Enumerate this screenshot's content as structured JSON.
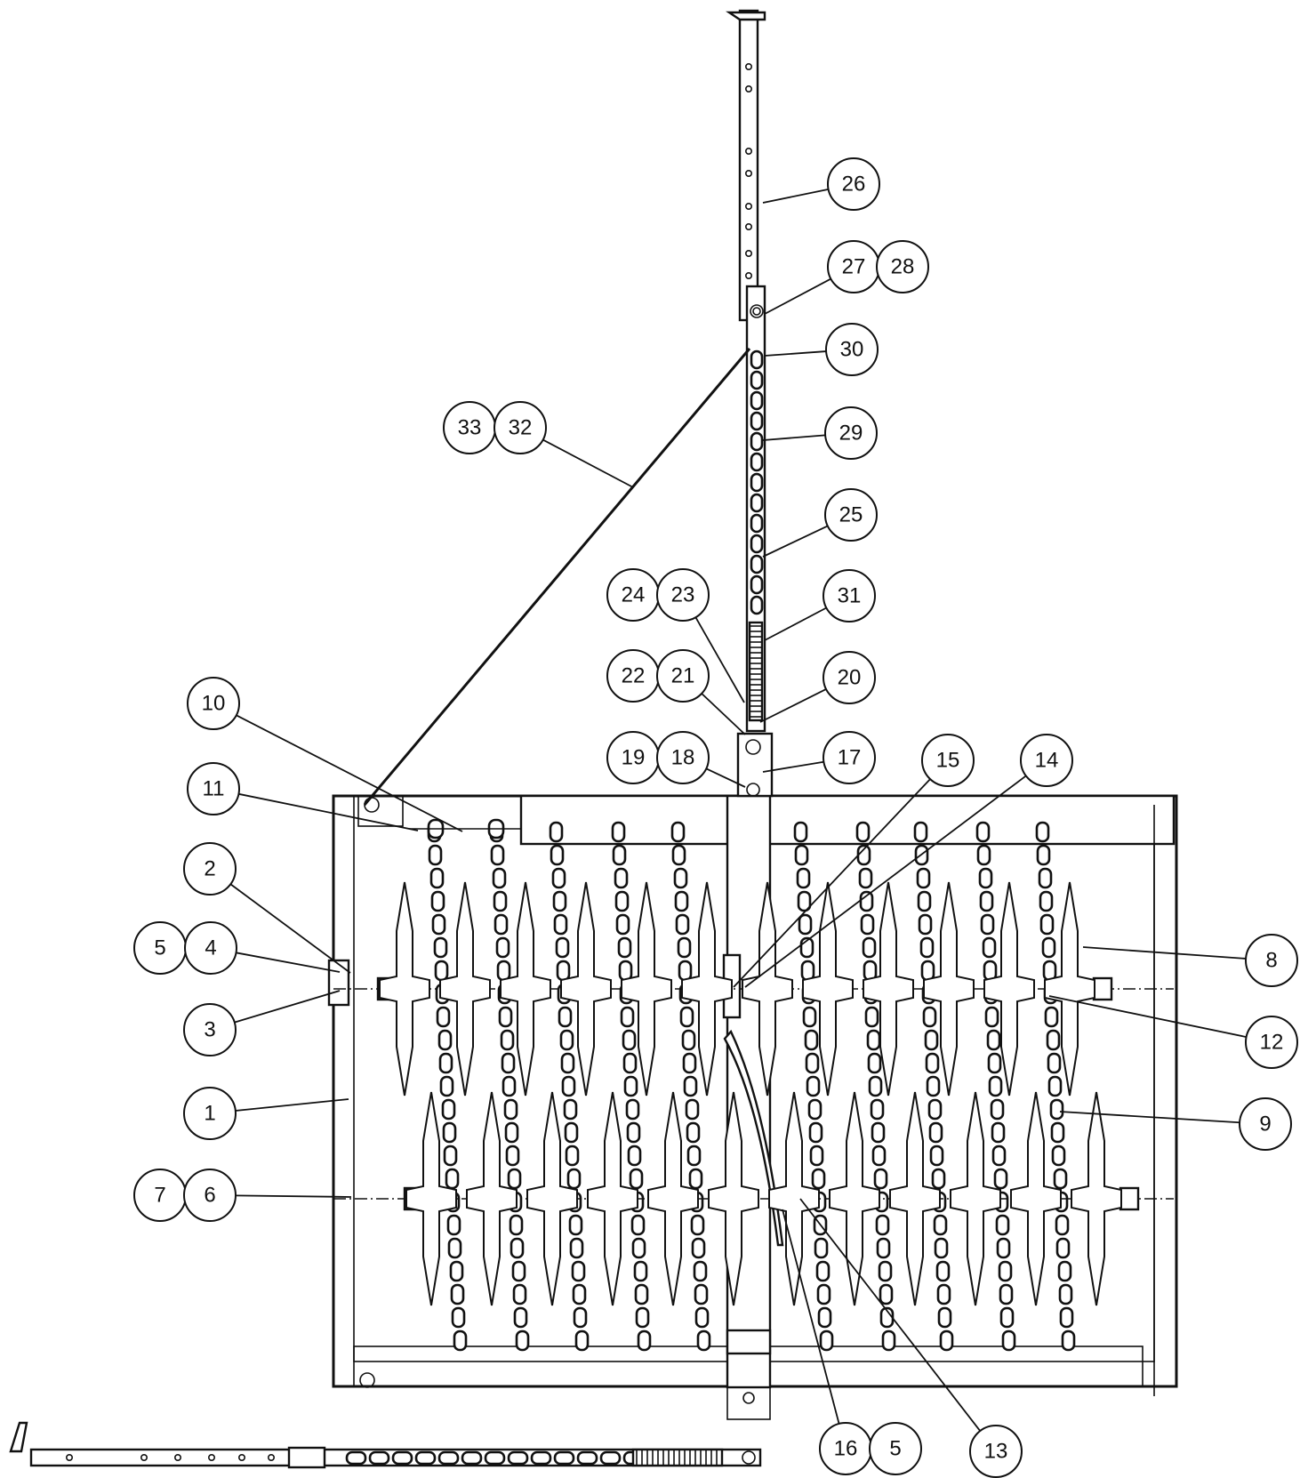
{
  "callouts": [
    {
      "label": "26"
    },
    {
      "label": "27"
    },
    {
      "label": "28"
    },
    {
      "label": "30"
    },
    {
      "label": "33"
    },
    {
      "label": "32"
    },
    {
      "label": "29"
    },
    {
      "label": "25"
    },
    {
      "label": "24"
    },
    {
      "label": "23"
    },
    {
      "label": "31"
    },
    {
      "label": "22"
    },
    {
      "label": "21"
    },
    {
      "label": "20"
    },
    {
      "label": "10"
    },
    {
      "label": "19"
    },
    {
      "label": "18"
    },
    {
      "label": "17"
    },
    {
      "label": "15"
    },
    {
      "label": "14"
    },
    {
      "label": "11"
    },
    {
      "label": "2"
    },
    {
      "label": "5"
    },
    {
      "label": "4"
    },
    {
      "label": "8"
    },
    {
      "label": "3"
    },
    {
      "label": "12"
    },
    {
      "label": "1"
    },
    {
      "label": "9"
    },
    {
      "label": "7"
    },
    {
      "label": "6"
    },
    {
      "label": "16"
    },
    {
      "label": "5"
    },
    {
      "label": "13"
    }
  ]
}
